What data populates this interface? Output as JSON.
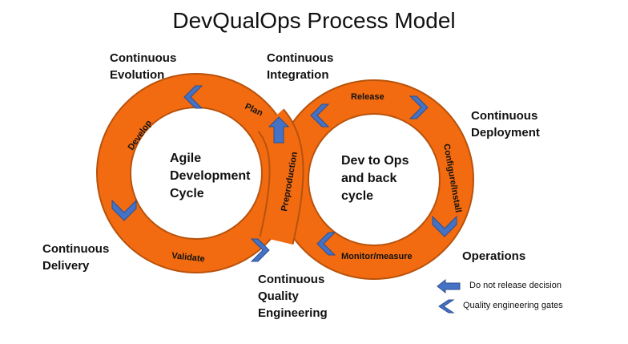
{
  "title": "DevQualOps Process Model",
  "phases": {
    "continuous_evolution": [
      "Continuous",
      "Evolution"
    ],
    "continuous_integration": [
      "Continuous",
      "Integration"
    ],
    "continuous_deployment": [
      "Continuous",
      "Deployment"
    ],
    "operations": [
      "Operations"
    ],
    "continuous_delivery": [
      "Continuous",
      "Delivery"
    ],
    "continuous_quality_engineering": [
      "Continuous",
      "Quality",
      "Engineering"
    ]
  },
  "cycles": {
    "left": {
      "center_lines": [
        "Agile",
        "Development",
        "Cycle"
      ],
      "ring_labels": {
        "plan": "Plan",
        "develop": "Develop",
        "validate": "Validate"
      }
    },
    "right": {
      "center_lines": [
        "Dev to Ops",
        "and back",
        "cycle"
      ],
      "ring_labels": {
        "release": "Release",
        "configure": "Configure/Install",
        "monitor": "Monitor/measure"
      }
    },
    "crossover": {
      "preproduction": "Preproduction"
    }
  },
  "legend": {
    "do_not_release": "Do not release decision",
    "quality_gates": "Quality engineering gates"
  },
  "colors": {
    "ring_fill": "#F26B10",
    "ring_stroke": "#B8520C",
    "gate_blue": "#4472C4",
    "gate_stroke": "#2F4F8F"
  },
  "icons": [
    "chevron-gate-icon",
    "arrow-left-icon"
  ]
}
